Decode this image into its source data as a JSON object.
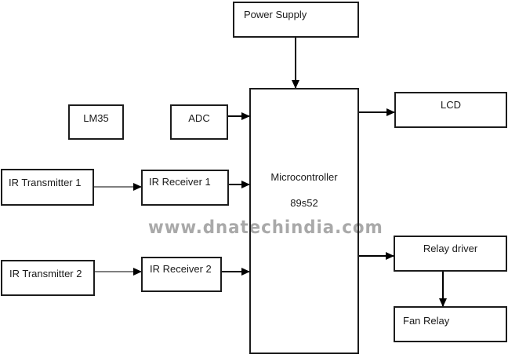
{
  "diagram": {
    "blocks": {
      "power_supply": {
        "label": "Power Supply"
      },
      "lm35": {
        "label": "LM35"
      },
      "adc": {
        "label": "ADC"
      },
      "microcontroller": {
        "line1": "Microcontroller",
        "line2": "89s52"
      },
      "lcd": {
        "label": "LCD"
      },
      "ir_transmitter_1": {
        "label": "IR Transmitter 1"
      },
      "ir_receiver_1": {
        "label": "IR Receiver 1"
      },
      "ir_transmitter_2": {
        "label": "IR Transmitter 2"
      },
      "ir_receiver_2": {
        "label": "IR Receiver 2"
      },
      "relay_driver": {
        "label": "Relay driver"
      },
      "fan_relay": {
        "label": "Fan Relay"
      }
    },
    "connections": [
      {
        "from": "Power Supply",
        "to": "Microcontroller 89s52",
        "direction": "down"
      },
      {
        "from": "ADC",
        "to": "Microcontroller 89s52",
        "direction": "right"
      },
      {
        "from": "IR Transmitter 1",
        "to": "IR Receiver 1",
        "direction": "right"
      },
      {
        "from": "IR Receiver 1",
        "to": "Microcontroller 89s52",
        "direction": "right"
      },
      {
        "from": "IR Transmitter 2",
        "to": "IR Receiver 2",
        "direction": "right"
      },
      {
        "from": "IR Receiver 2",
        "to": "Microcontroller 89s52",
        "direction": "right"
      },
      {
        "from": "Microcontroller 89s52",
        "to": "LCD",
        "direction": "right"
      },
      {
        "from": "Microcontroller 89s52",
        "to": "Relay driver",
        "direction": "right"
      },
      {
        "from": "Relay driver",
        "to": "Fan Relay",
        "direction": "down"
      }
    ],
    "watermark": {
      "text": "www.dnatechindia.com",
      "color": "#a9a9a9"
    },
    "colors": {
      "border": "#1c1c1c",
      "background": "#ffffff",
      "arrow": "#000000",
      "arrow_gray": "#7f7f7f"
    }
  }
}
